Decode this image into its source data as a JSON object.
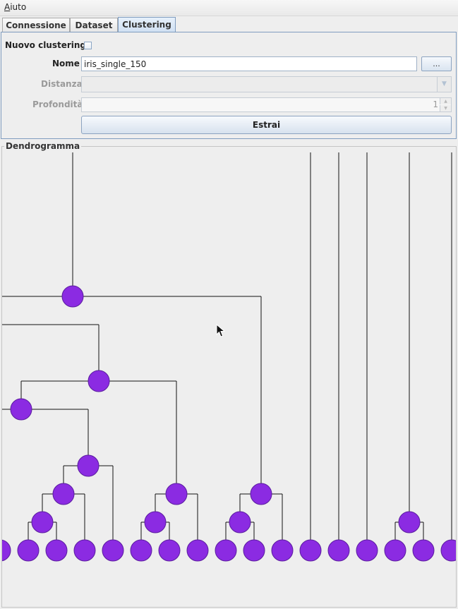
{
  "menu": {
    "help": "Aiuto"
  },
  "tabs": [
    {
      "label": "Connessione",
      "active": false
    },
    {
      "label": "Dataset",
      "active": false
    },
    {
      "label": "Clustering",
      "active": true
    }
  ],
  "form": {
    "new_clustering_label": "Nuovo clustering",
    "new_clustering_checked": false,
    "name_label": "Nome",
    "name_value": "iris_single_150",
    "browse_label": "...",
    "distance_label": "Distanza",
    "distance_value": "",
    "depth_label": "Profondità",
    "depth_value": "1",
    "extract_label": "Estrai"
  },
  "dendrogram": {
    "title": "Dendrogramma"
  },
  "colors": {
    "node": "#8b2be2",
    "node_stroke": "#5a1d9e",
    "link": "#111111",
    "accent": "#7f9cbf"
  }
}
